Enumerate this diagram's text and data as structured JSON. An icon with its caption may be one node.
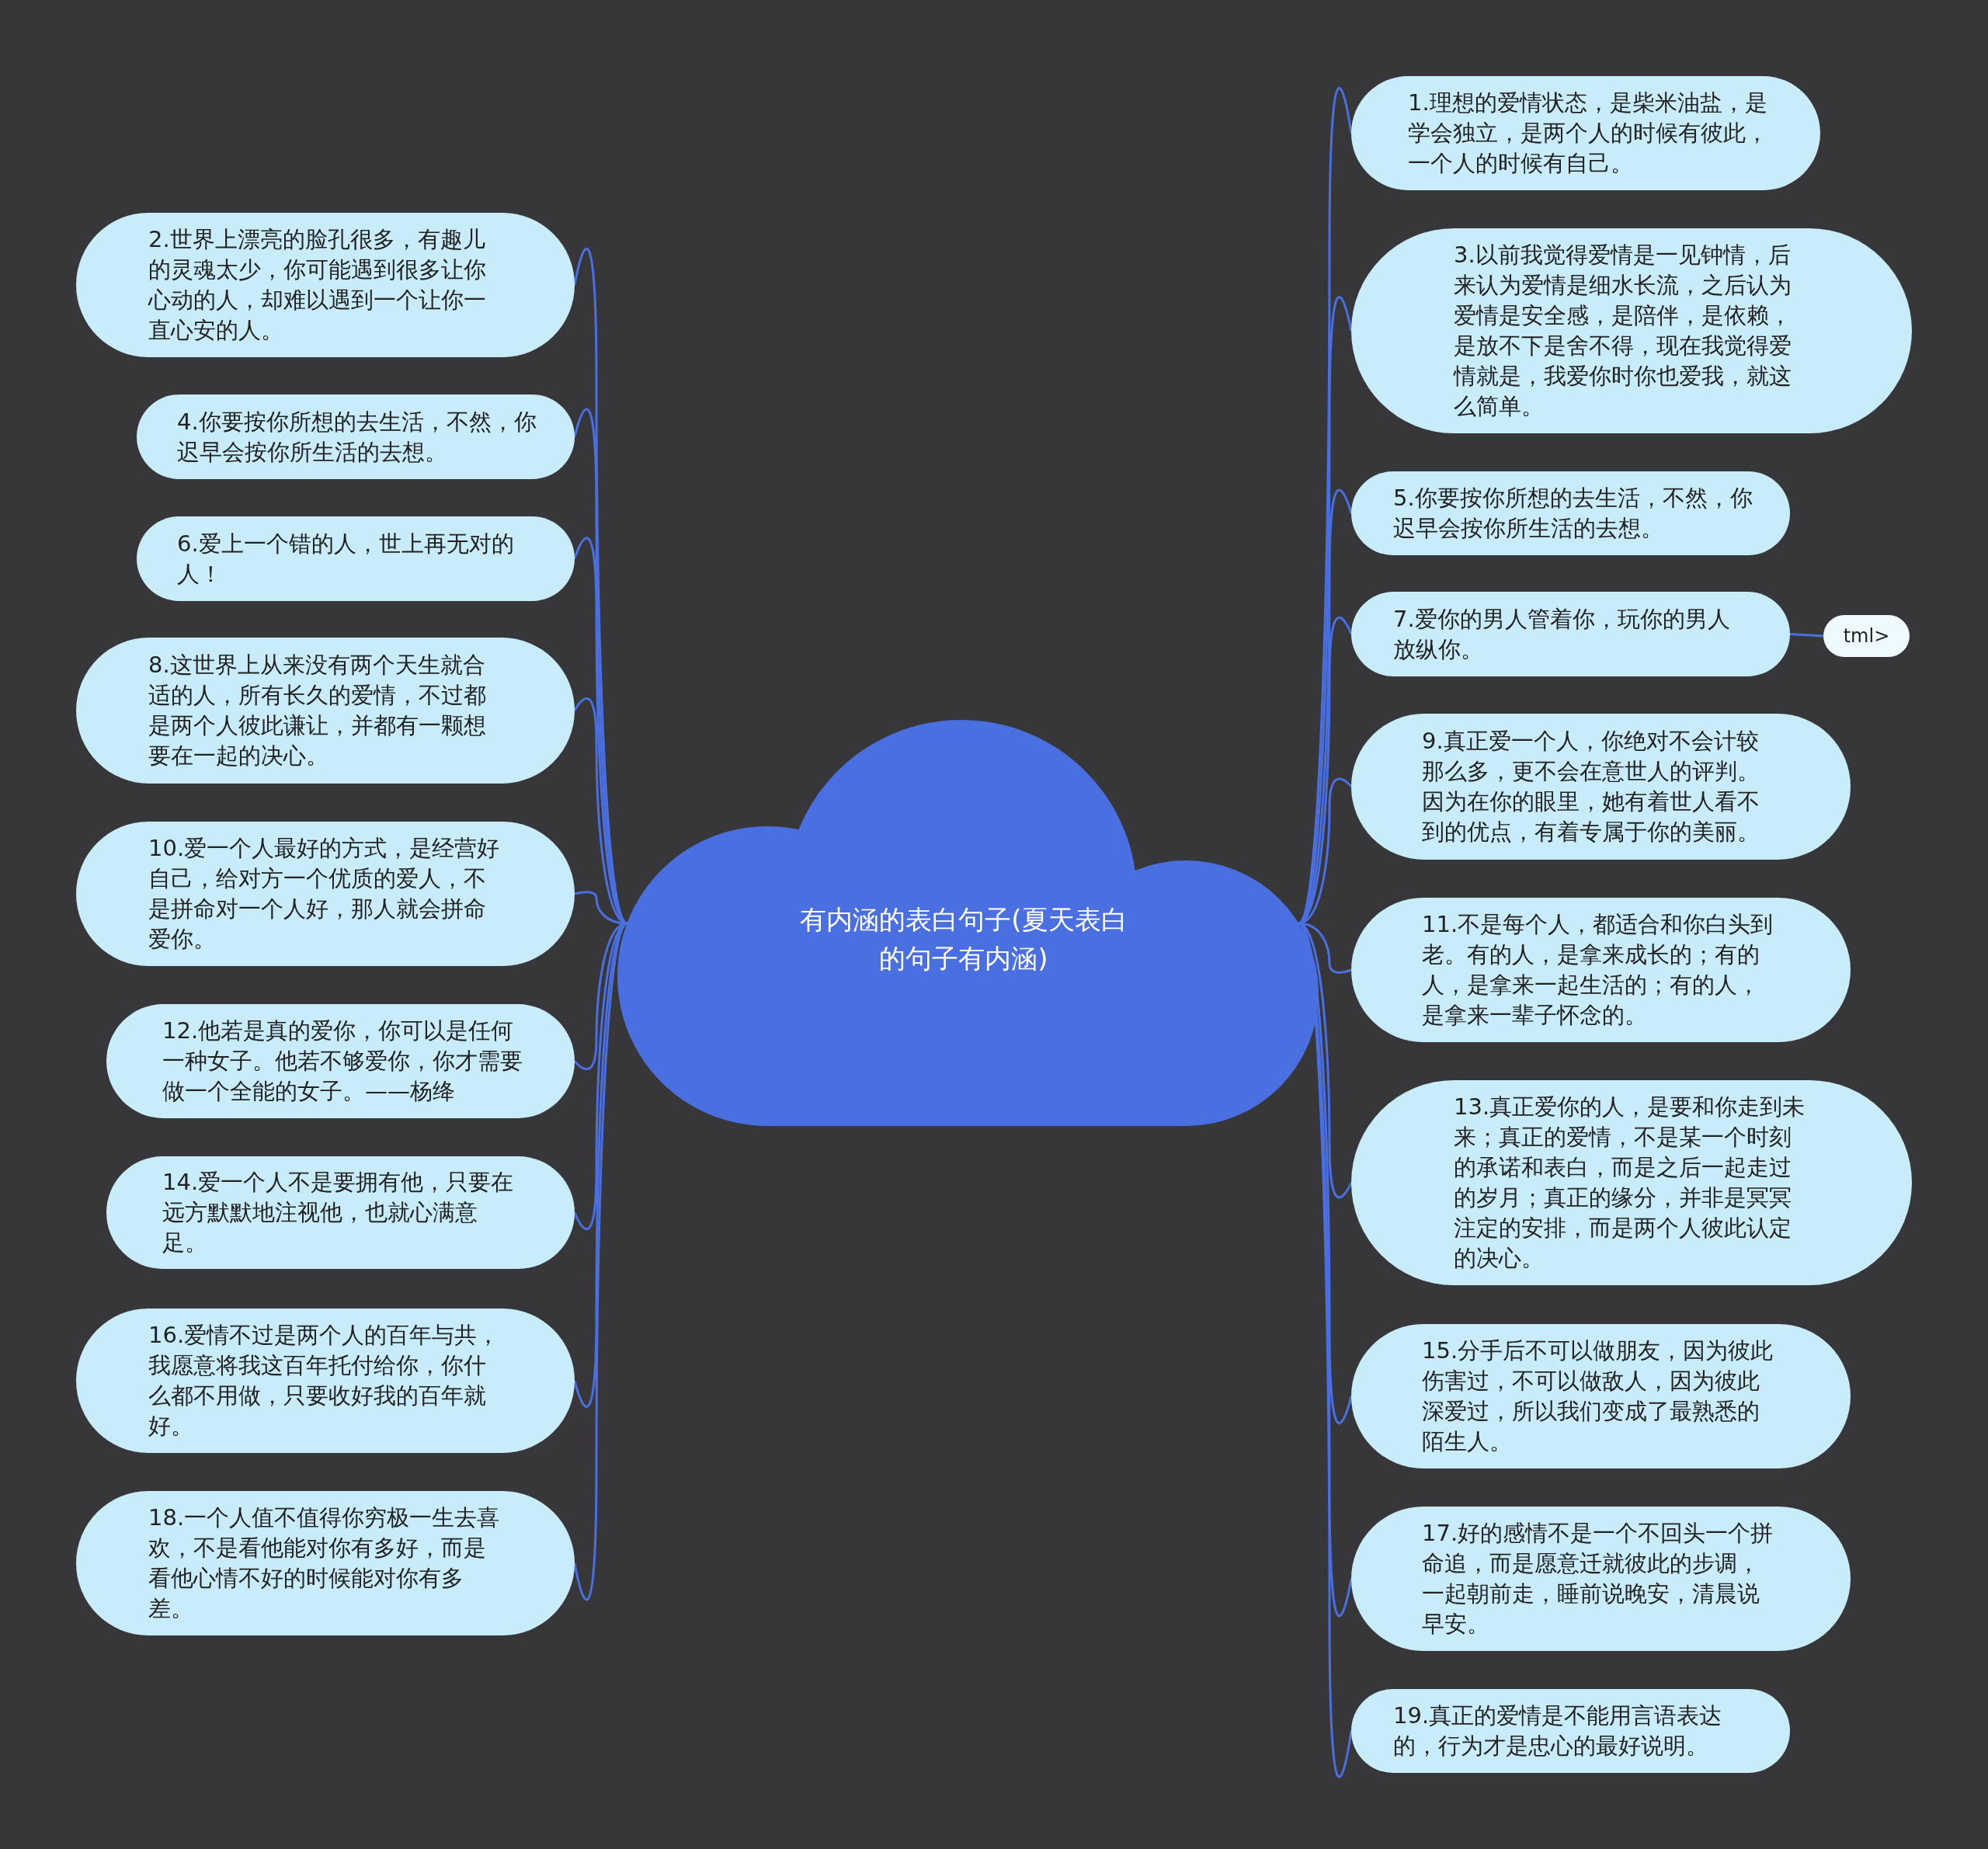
{
  "diagram": {
    "nodes": [
      {
        "text": [
          "有内涵的表白句子(夏天表白的句子有内涵)"
        ]
      },
      {
        "text": [
          "1.理想的爱情状态，是柴米油盐，是学会独立，是两个人的时候有彼此，一个人的时候有自己。"
        ]
      },
      {
        "text": [
          "2.世界上漂亮的脸孔很多，有趣儿的灵魂太少，你可能遇到很多让你心动的人，却难以遇到一个让你一直心安的人。"
        ]
      },
      {
        "text": [
          "3.以前我觉得爱情是一见钟情，后来认为爱情是细水长流，之后认为爱情是安全感，是陪伴，是依赖，是放不下是舍不得，现在我觉得爱情就是，我爱你时你也爱我，就这么简单。"
        ]
      },
      {
        "text": [
          "4.你要按你所想的去生活，不然，你迟早会按你所生活的去想。"
        ]
      },
      {
        "text": [
          "5.你要按你所想的去生活，不然，你迟早会按你所生活的去想。"
        ]
      },
      {
        "text": [
          "6.爱上一个错的人，世上再无对的人！"
        ]
      },
      {
        "text": [
          "7.爱你的男人管着你，玩你的男人放纵你。"
        ]
      },
      {
        "text": [
          "8.这世界上从来没有两个天生就合适的人，所有长久的爱情，不过都是两个人彼此谦让，并都有一颗想要在一起的决心。"
        ]
      },
      {
        "text": [
          "9.真正爱一个人，你绝对不会计较那么多，更不会在意世人的评判。因为在你的眼里，她有着世人看不到的优点，有着专属于你的美丽。"
        ]
      },
      {
        "text": [
          "10.爱一个人最好的方式，是经营好自己，给对方一个优质的爱人，不是拼命对一个人好，那人就会拼命爱你。"
        ]
      },
      {
        "text": [
          "11.不是每个人，都适合和你白头到老。有的人，是拿来成长的；有的人，是拿来一起生活的；有的人，是拿来一辈子怀念的。"
        ]
      },
      {
        "text": [
          "12.他若是真的爱你，你可以是任何一种女子。他若不够爱你，你才需要做一个全能的女子。——杨绛"
        ]
      },
      {
        "text": [
          "13.真正爱你的人，是要和你走到未来；真正的爱情，不是某一个时刻的承诺和表白，而是之后一起走过的岁月；真正的缘分，并非是冥冥注定的安排，而是两个人彼此认定的决心。"
        ]
      },
      {
        "text": [
          "14.爱一个人不是要拥有他，只要在远方默默地注视他，也就心满意足。"
        ]
      },
      {
        "text": [
          "15.分手后不可以做朋友，因为彼此伤害过，不可以做敌人，因为彼此深爱过，所以我们变成了最熟悉的陌生人。"
        ]
      },
      {
        "text": [
          "16.爱情不过是两个人的百年与共，我愿意将我这百年托付给你，你什么都不用做，只要收好我的百年就好。"
        ]
      },
      {
        "text": [
          "17.好的感情不是一个不回头一个拼命追，而是愿意迁就彼此的步调，一起朝前走，睡前说晚安，清晨说早安。"
        ]
      },
      {
        "text": [
          "18.一个人值不值得你穷极一生去喜欢，不是看他能对你有多好，而是看他心情不好的时候能对你有多差。"
        ]
      },
      {
        "text": [
          "19.真正的爱情是不能用言语表达的，行为才是忠心的最好说明。"
        ]
      },
      {
        "text": [
          "tml>"
        ]
      }
    ],
    "edges": [
      {
        "from": 0,
        "to": 1,
        "arrow": "none"
      },
      {
        "from": 0,
        "to": 2,
        "arrow": "none"
      },
      {
        "from": 0,
        "to": 3,
        "arrow": "none"
      },
      {
        "from": 0,
        "to": 4,
        "arrow": "none"
      },
      {
        "from": 0,
        "to": 5,
        "arrow": "none"
      },
      {
        "from": 0,
        "to": 6,
        "arrow": "none"
      },
      {
        "from": 0,
        "to": 7,
        "arrow": "none"
      },
      {
        "from": 0,
        "to": 8,
        "arrow": "none"
      },
      {
        "from": 0,
        "to": 9,
        "arrow": "none"
      },
      {
        "from": 0,
        "to": 10,
        "arrow": "none"
      },
      {
        "from": 0,
        "to": 11,
        "arrow": "none"
      },
      {
        "from": 0,
        "to": 12,
        "arrow": "none"
      },
      {
        "from": 0,
        "to": 13,
        "arrow": "none"
      },
      {
        "from": 0,
        "to": 14,
        "arrow": "none"
      },
      {
        "from": 0,
        "to": 15,
        "arrow": "none"
      },
      {
        "from": 0,
        "to": 16,
        "arrow": "none"
      },
      {
        "from": 0,
        "to": 17,
        "arrow": "none"
      },
      {
        "from": 0,
        "to": 18,
        "arrow": "none"
      },
      {
        "from": 0,
        "to": 19,
        "arrow": "none"
      },
      {
        "from": 7,
        "to": 20,
        "arrow": "none"
      }
    ]
  }
}
